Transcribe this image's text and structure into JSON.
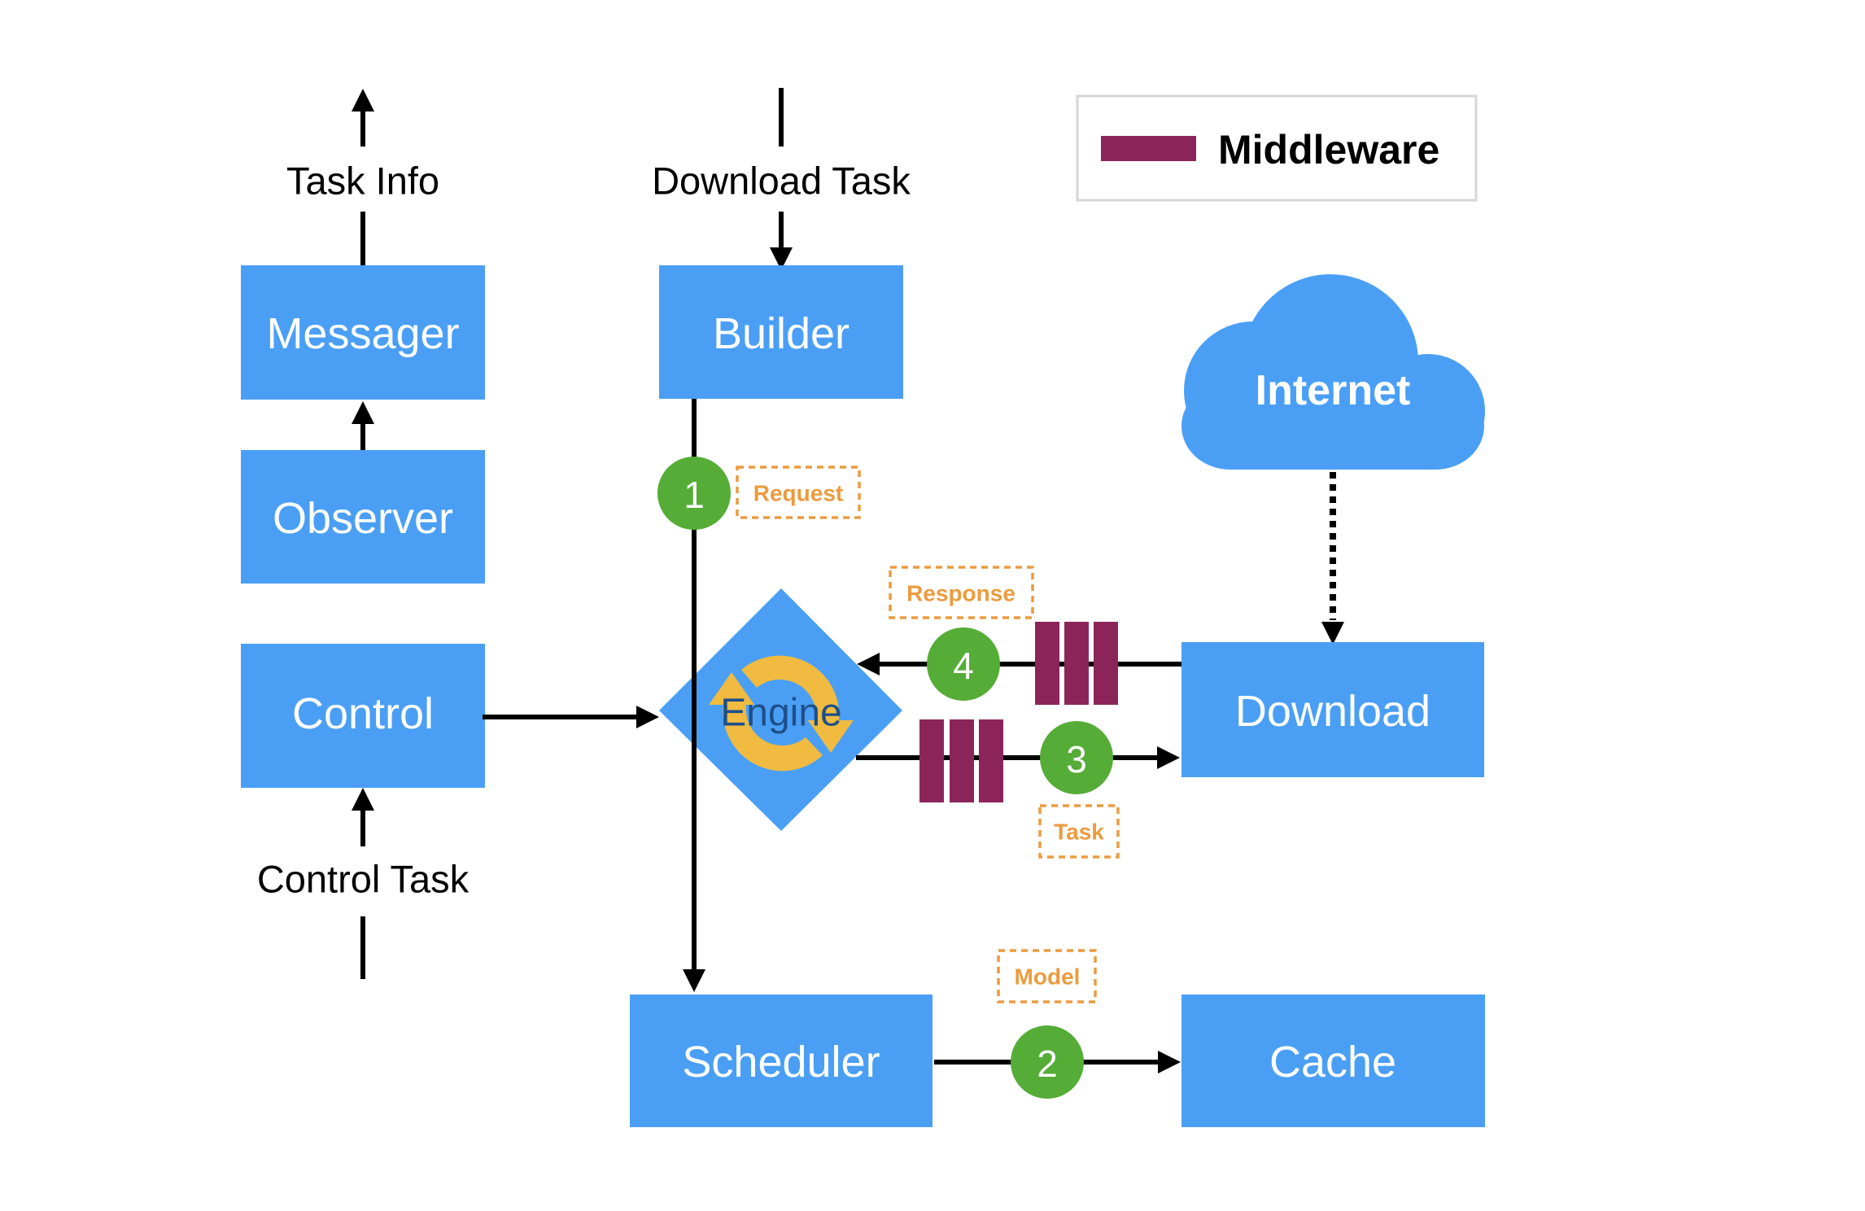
{
  "diagram": {
    "components": {
      "messager": "Messager",
      "observer": "Observer",
      "control": "Control",
      "builder": "Builder",
      "engine": "Engine",
      "download": "Download",
      "scheduler": "Scheduler",
      "cache": "Cache",
      "internet": "Internet"
    },
    "external_labels": {
      "task_info": "Task Info",
      "download_task": "Download Task",
      "control_task": "Control Task"
    },
    "steps": [
      {
        "number": "1",
        "tag": "Request",
        "from": "Builder",
        "to": "Scheduler"
      },
      {
        "number": "2",
        "tag": "Model",
        "from": "Scheduler",
        "to": "Cache"
      },
      {
        "number": "3",
        "tag": "Task",
        "from": "Engine",
        "to": "Download"
      },
      {
        "number": "4",
        "tag": "Response",
        "from": "Download",
        "to": "Engine"
      }
    ],
    "legend": {
      "label": "Middleware",
      "color": "#8b2559"
    },
    "colors": {
      "component": "#4a9ff5",
      "step": "#55ac36",
      "tag": "#ec9b3f",
      "engine_text": "#1d4f8a",
      "engine_ring": "#f0bb40"
    },
    "edges": [
      {
        "from": "Messager",
        "to": "Task Info"
      },
      {
        "from": "Download Task",
        "to": "Builder"
      },
      {
        "from": "Observer",
        "to": "Messager"
      },
      {
        "from": "Control Task",
        "to": "Control"
      },
      {
        "from": "Control",
        "to": "Engine"
      },
      {
        "from": "Internet",
        "to": "Download",
        "style": "dotted"
      }
    ],
    "middleware_groups": [
      {
        "on_edge": "Download → Engine",
        "count": 3
      },
      {
        "on_edge": "Engine → Download",
        "count": 3
      }
    ]
  }
}
